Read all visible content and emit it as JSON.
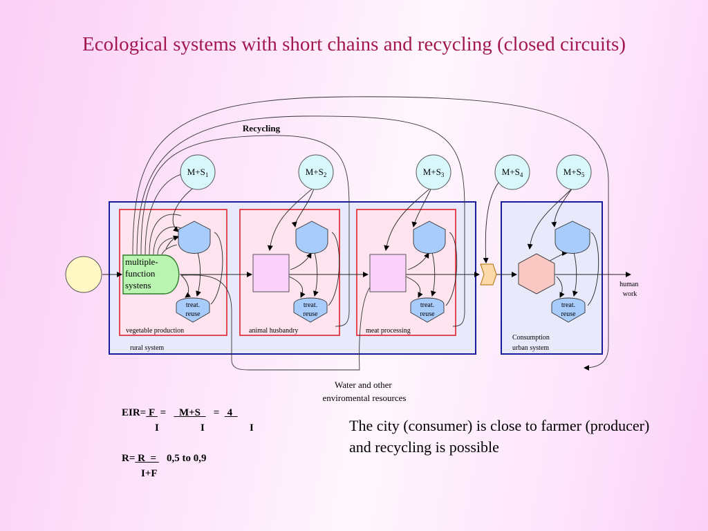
{
  "title": "Ecological systems with short chains and recycling (closed circuits)",
  "recycling_label": "Recycling",
  "ms_nodes": [
    {
      "label": "M+S",
      "sub": "1"
    },
    {
      "label": "M+S",
      "sub": "2"
    },
    {
      "label": "M+S",
      "sub": "3"
    },
    {
      "label": "M+S",
      "sub": "4"
    },
    {
      "label": "M+S",
      "sub": "5"
    }
  ],
  "multi_function": [
    "multiple-",
    "function",
    "systens"
  ],
  "treat_reuse": [
    "treat.",
    "reuse"
  ],
  "section_labels": {
    "vegetable": "vegetable production",
    "animal": "animal husbandry",
    "meat": "meat processing",
    "rural": "rural system",
    "consumption": "Consumption",
    "urban": "urban system"
  },
  "human_work": [
    "human",
    "work"
  ],
  "water_resources": [
    "Water and other",
    "enviromental resources"
  ],
  "formula_eir": {
    "lhs": "EIR=",
    "f": "F",
    "i1": "I",
    "ms": "M+S",
    "i2": "I",
    "four": "4",
    "i3": "I"
  },
  "formula_r": {
    "lhs": "R=",
    "r": "R",
    "eq": "=",
    "range": "0,5  to   0,9",
    "denom": "I+F"
  },
  "note": "The city (consumer) is close to farmer (producer) and recycling is possible",
  "colors": {
    "title": "#a3174f",
    "blue_box": "#1a1a9c",
    "red_box": "#e0202a",
    "ms_fill": "#d7f7fa",
    "pentagon_fill": "#a8ccfc",
    "square_fill": "#fbd0fb",
    "hexagon_fill": "#fcc8c4",
    "multi_fill": "#b9f5b0",
    "source_fill": "#fff7c4",
    "gate_fill": "#fcd9a8"
  }
}
